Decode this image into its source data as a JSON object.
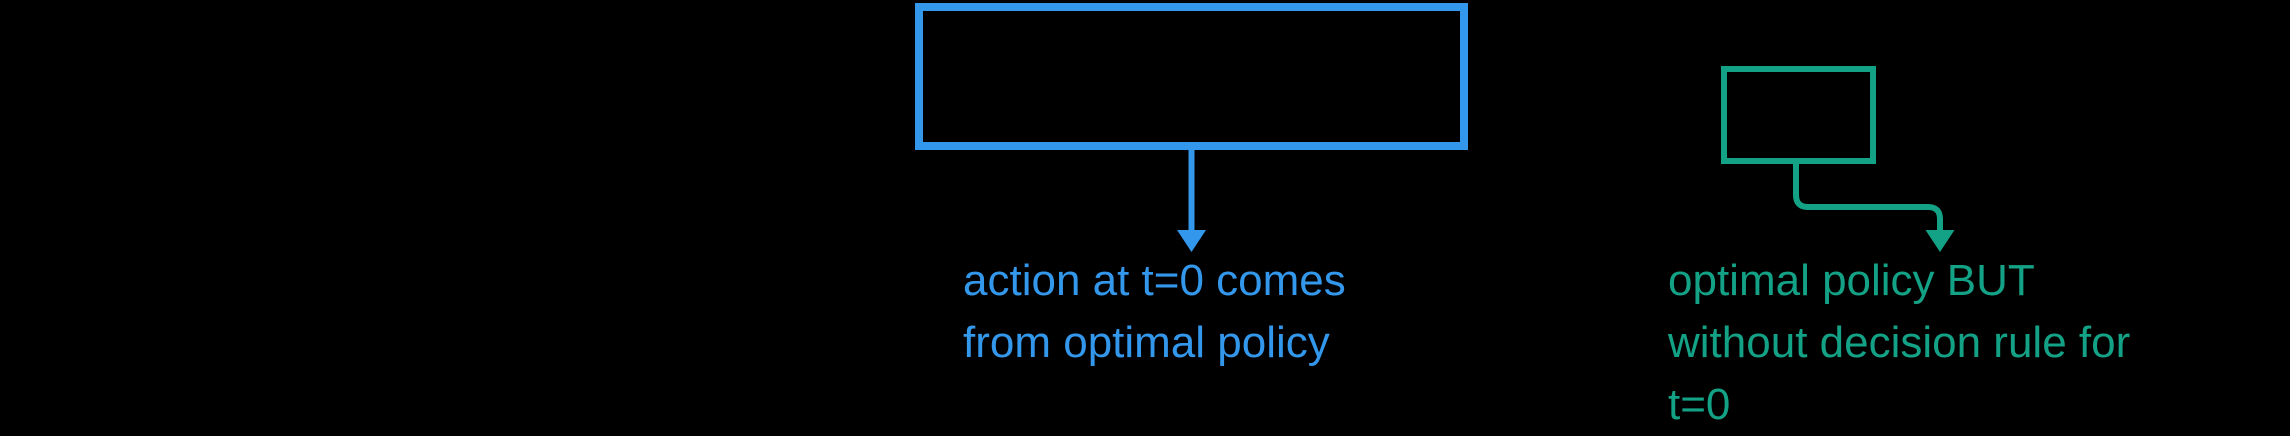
{
  "canvas": {
    "background_color": "#000000"
  },
  "blue_annotation": {
    "color": "#3398EC",
    "caption": {
      "lines": [
        "action at t=0 comes",
        "from optimal policy"
      ]
    }
  },
  "green_annotation": {
    "color": "#14A287",
    "caption": {
      "lines": [
        "optimal policy BUT",
        "without decision rule for",
        "t=0"
      ]
    }
  }
}
